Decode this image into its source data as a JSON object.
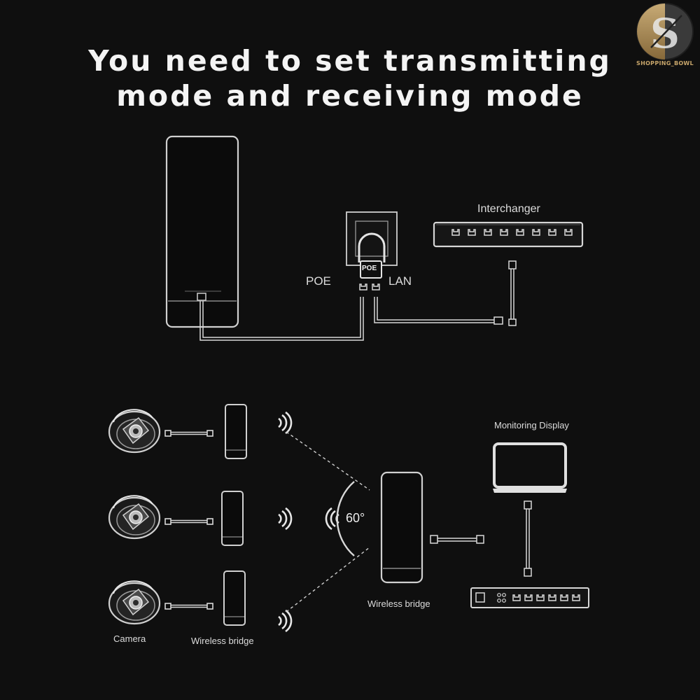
{
  "header": {
    "title_line_1": "You need to set transmitting",
    "title_line_2": "mode and receiving mode"
  },
  "brand": {
    "text": "SHOPPING_BOWL",
    "colors": {
      "gold": "#c7a56a",
      "dark": "#2b2b2b"
    }
  },
  "setup_diagram": {
    "poe_label": "POE",
    "lan_label": "LAN",
    "adapter_label": "POE",
    "switch_label": "Interchanger"
  },
  "network_diagram": {
    "display_label": "Monitoring Display",
    "angle_label": "60°",
    "receiver_label": "Wireless bridge",
    "camera_label": "Camera",
    "transmitter_label": "Wireless bridge"
  },
  "colors": {
    "background": "#0f0f0f",
    "line": "#d8d8d8",
    "text": "#e8e8e8"
  }
}
